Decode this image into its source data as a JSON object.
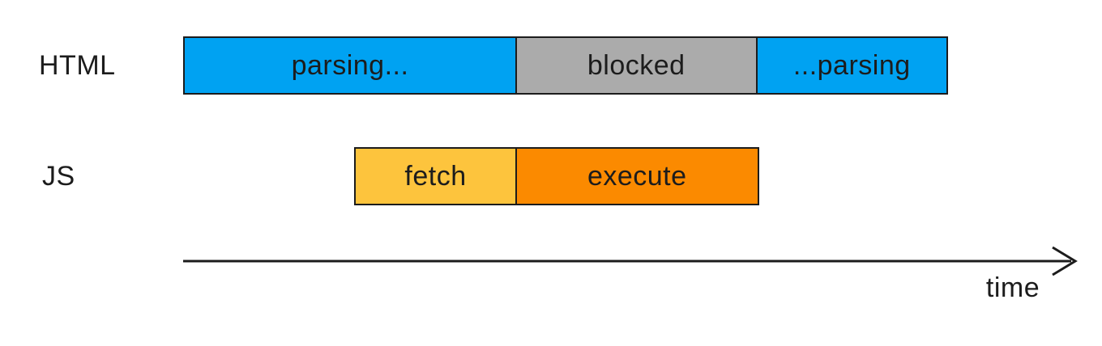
{
  "diagram": {
    "rows": [
      {
        "label": "HTML",
        "segments": [
          {
            "label": "parsing..."
          },
          {
            "label": "blocked"
          },
          {
            "label": "...parsing"
          }
        ]
      },
      {
        "label": "JS",
        "segments": [
          {
            "label": "fetch"
          },
          {
            "label": "execute"
          }
        ]
      }
    ],
    "axis": {
      "label": "time"
    },
    "colors": {
      "parsing": "#00a2f2",
      "blocked": "#ababab",
      "fetch": "#fdc43d",
      "execute": "#fb8a00",
      "ink": "#1c1c1c",
      "background": "#ffffff"
    }
  }
}
